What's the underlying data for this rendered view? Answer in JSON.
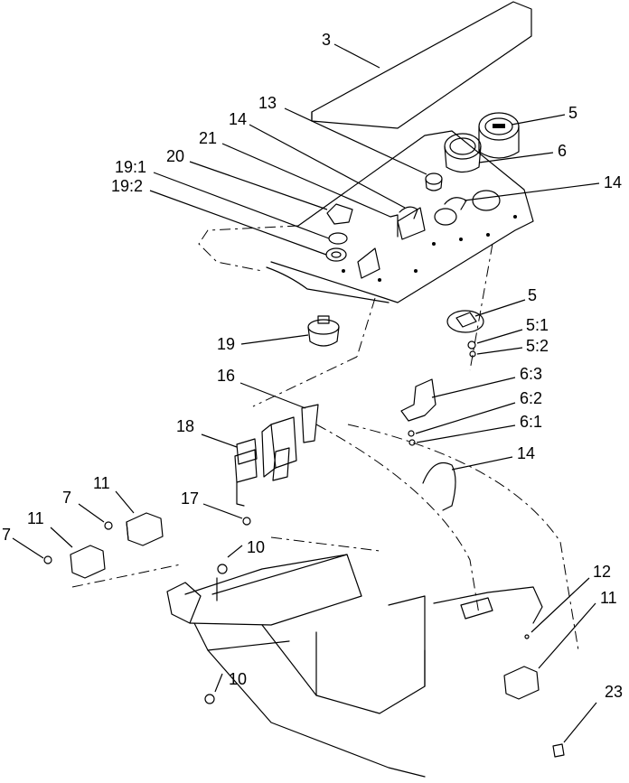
{
  "diagram": {
    "callouts": [
      {
        "id": "c3",
        "text": "3"
      },
      {
        "id": "c13",
        "text": "13"
      },
      {
        "id": "c14a",
        "text": "14"
      },
      {
        "id": "c21",
        "text": "21"
      },
      {
        "id": "c20",
        "text": "20"
      },
      {
        "id": "c19_1",
        "text": "19:1"
      },
      {
        "id": "c19_2",
        "text": "19:2"
      },
      {
        "id": "c5a",
        "text": "5"
      },
      {
        "id": "c6",
        "text": "6"
      },
      {
        "id": "c14b",
        "text": "14"
      },
      {
        "id": "c5b",
        "text": "5"
      },
      {
        "id": "c5_1",
        "text": "5:1"
      },
      {
        "id": "c5_2",
        "text": "5:2"
      },
      {
        "id": "c19",
        "text": "19"
      },
      {
        "id": "c16",
        "text": "16"
      },
      {
        "id": "c6_3",
        "text": "6:3"
      },
      {
        "id": "c6_2",
        "text": "6:2"
      },
      {
        "id": "c6_1",
        "text": "6:1"
      },
      {
        "id": "c18",
        "text": "18"
      },
      {
        "id": "c14c",
        "text": "14"
      },
      {
        "id": "c11a",
        "text": "11"
      },
      {
        "id": "c7a",
        "text": "7"
      },
      {
        "id": "c17",
        "text": "17"
      },
      {
        "id": "c11b",
        "text": "11"
      },
      {
        "id": "c7b",
        "text": "7"
      },
      {
        "id": "c10a",
        "text": "10"
      },
      {
        "id": "c12",
        "text": "12"
      },
      {
        "id": "c11c",
        "text": "11"
      },
      {
        "id": "c10b",
        "text": "10"
      },
      {
        "id": "c23",
        "text": "23"
      }
    ]
  }
}
